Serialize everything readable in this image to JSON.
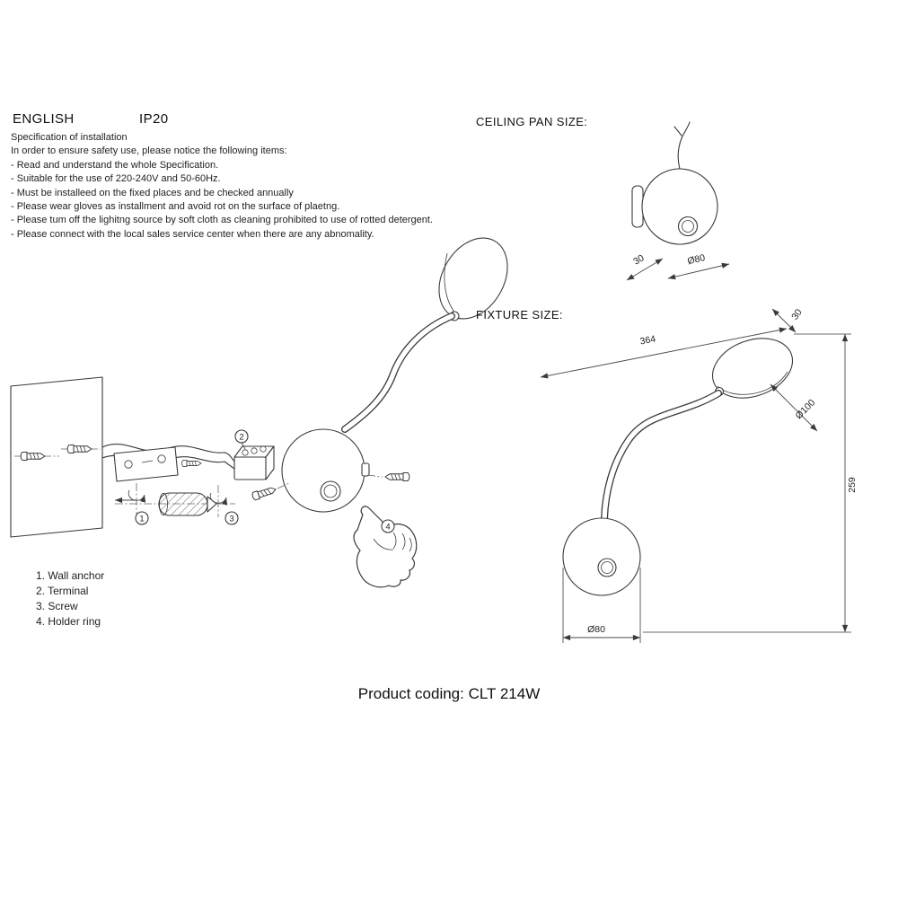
{
  "page": {
    "language": "ENGLISH",
    "ip_rating": "IP20",
    "product_coding": "Product coding: CLT 214W"
  },
  "specification": {
    "title": "Specification of installation",
    "intro": "In order to ensure safety use, please notice the following items:",
    "items": [
      "- Read and understand the whole Specification.",
      "- Suitable for the use of 220-240V and 50-60Hz.",
      "- Must be installeed on the fixed places and be checked annually",
      "- Please wear gloves as installment and avoid rot on the surface of plaetng.",
      "- Please tum off the lighitng source by soft cloth as cleaning prohibited to use of rotted detergent.",
      "- Please connect with the local sales service center when there are any abnomality."
    ]
  },
  "parts_list": {
    "items": [
      "1. Wall anchor",
      "2. Terminal",
      "3. Screw",
      "4. Holder ring"
    ]
  },
  "ceiling_pan": {
    "label": "CEILING PAN  SIZE:",
    "dim_thickness": "30",
    "dim_diameter": "Ø80"
  },
  "fixture": {
    "label": "FIXTURE SIZE:",
    "dim_width": "364",
    "dim_head_thickness": "30",
    "dim_head_diameter": "Ø100",
    "dim_height": "259",
    "dim_base_diameter": "Ø80"
  },
  "installation": {
    "callout_1": "1",
    "callout_2": "2",
    "callout_3": "3",
    "callout_4": "4"
  }
}
